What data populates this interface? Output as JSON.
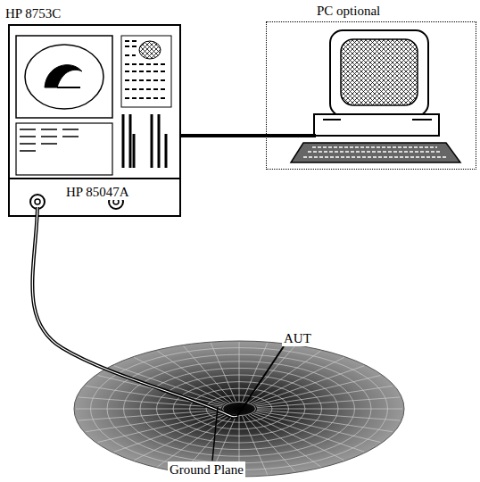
{
  "diagram": {
    "nodes": [
      {
        "text": [
          "HP 8753C",
          "HP 85047A"
        ]
      },
      {
        "text": [
          "PC optional"
        ]
      }
    ],
    "edges": [
      {
        "from": 0,
        "to": 1,
        "arrow": "none"
      }
    ],
    "labels": [
      "AUT",
      "Ground Plane"
    ]
  }
}
